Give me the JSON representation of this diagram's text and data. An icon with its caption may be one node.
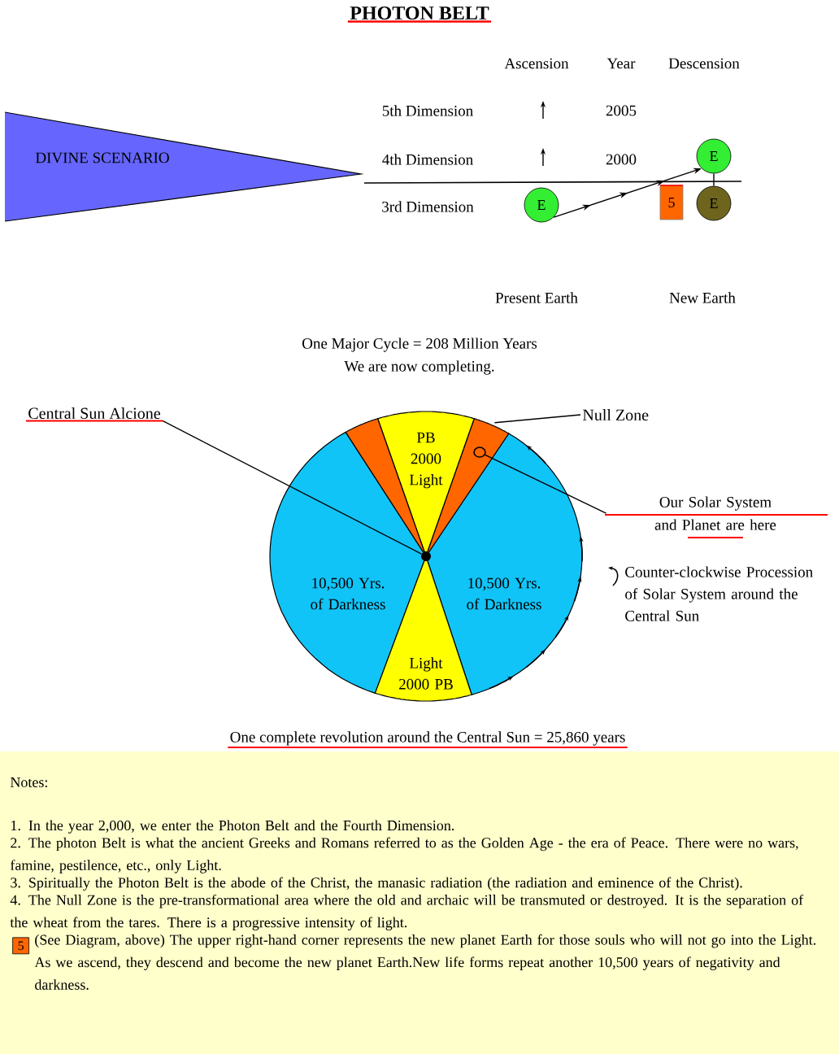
{
  "diagram": {
    "title": "PHOTON BELT",
    "nodes": [
      {
        "text": [
          "DIVINE SCENARIO"
        ]
      },
      {
        "text": [
          "E"
        ]
      },
      {
        "text": [
          "5"
        ]
      },
      {
        "text": [
          "E"
        ]
      },
      {
        "text": [
          "E"
        ]
      },
      {
        "text": [
          "Central Sun Alcione"
        ]
      },
      {
        "text": [
          "Null Zone"
        ]
      },
      {
        "text": [
          "Our Solar System and Planet are here"
        ]
      },
      {
        "text": [
          "PB 2000 Light"
        ]
      },
      {
        "text": [
          "10,500 Yrs. of Darkness"
        ]
      },
      {
        "text": [
          "10,500 Yrs. of Darkness"
        ]
      },
      {
        "text": [
          "Light 2000 PB"
        ]
      },
      {
        "text": [],
        "shape": "circle"
      },
      {
        "text": [],
        "shape": "wedge"
      },
      {
        "text": [],
        "shape": "wedge"
      },
      {
        "text": [],
        "shape": "circle",
        "in": 14
      }
    ],
    "edges": [
      {
        "from": 1,
        "to": 3,
        "arrow": "to"
      },
      {
        "from": 3,
        "to": 4,
        "arrow": "none"
      },
      {
        "from": 5,
        "to": 12,
        "arrow": "none"
      },
      {
        "from": 6,
        "to": 14,
        "arrow": "none"
      },
      {
        "from": 7,
        "to": 15,
        "arrow": "none"
      }
    ],
    "labels": [
      "Ascension",
      "Year",
      "Descension",
      "5th Dimension",
      "2005",
      "4th Dimension",
      "2000",
      "3rd Dimension",
      "Present Earth",
      "New Earth",
      "One Major Cycle = 208 Million Years",
      "We are now completing.",
      "Counter-clockwise Procession of Solar System around the Central Sun",
      "One complete revolution around the Central Sun = 25,860 years",
      "Notes:",
      "1. In the year 2,000, we enter the Photon Belt and the Fourth Dimension.",
      "2. The photon Belt is what the ancient Greeks and Romans referred to as the Golden Age - the era of Peace. There were no wars, famine, pestilence, etc., only Light.",
      "3. Spiritually the Photon Belt is the abode of the Christ, the manasic radiation (the radiation and eminence of the Christ).",
      "4. The Null Zone is the pre-transformational area where the old and archaic will be transmuted or destroyed. It is the separation of the wheat from the tares. There is a progressive intensity of light.",
      "5",
      "(See Diagram, above) The upper right-hand corner represents the new planet Earth for those souls who will not go into the Light. As we ascend, they descend and become the new planet Earth.New life forms repeat another 10,500 years of negativity and darkness."
    ]
  }
}
